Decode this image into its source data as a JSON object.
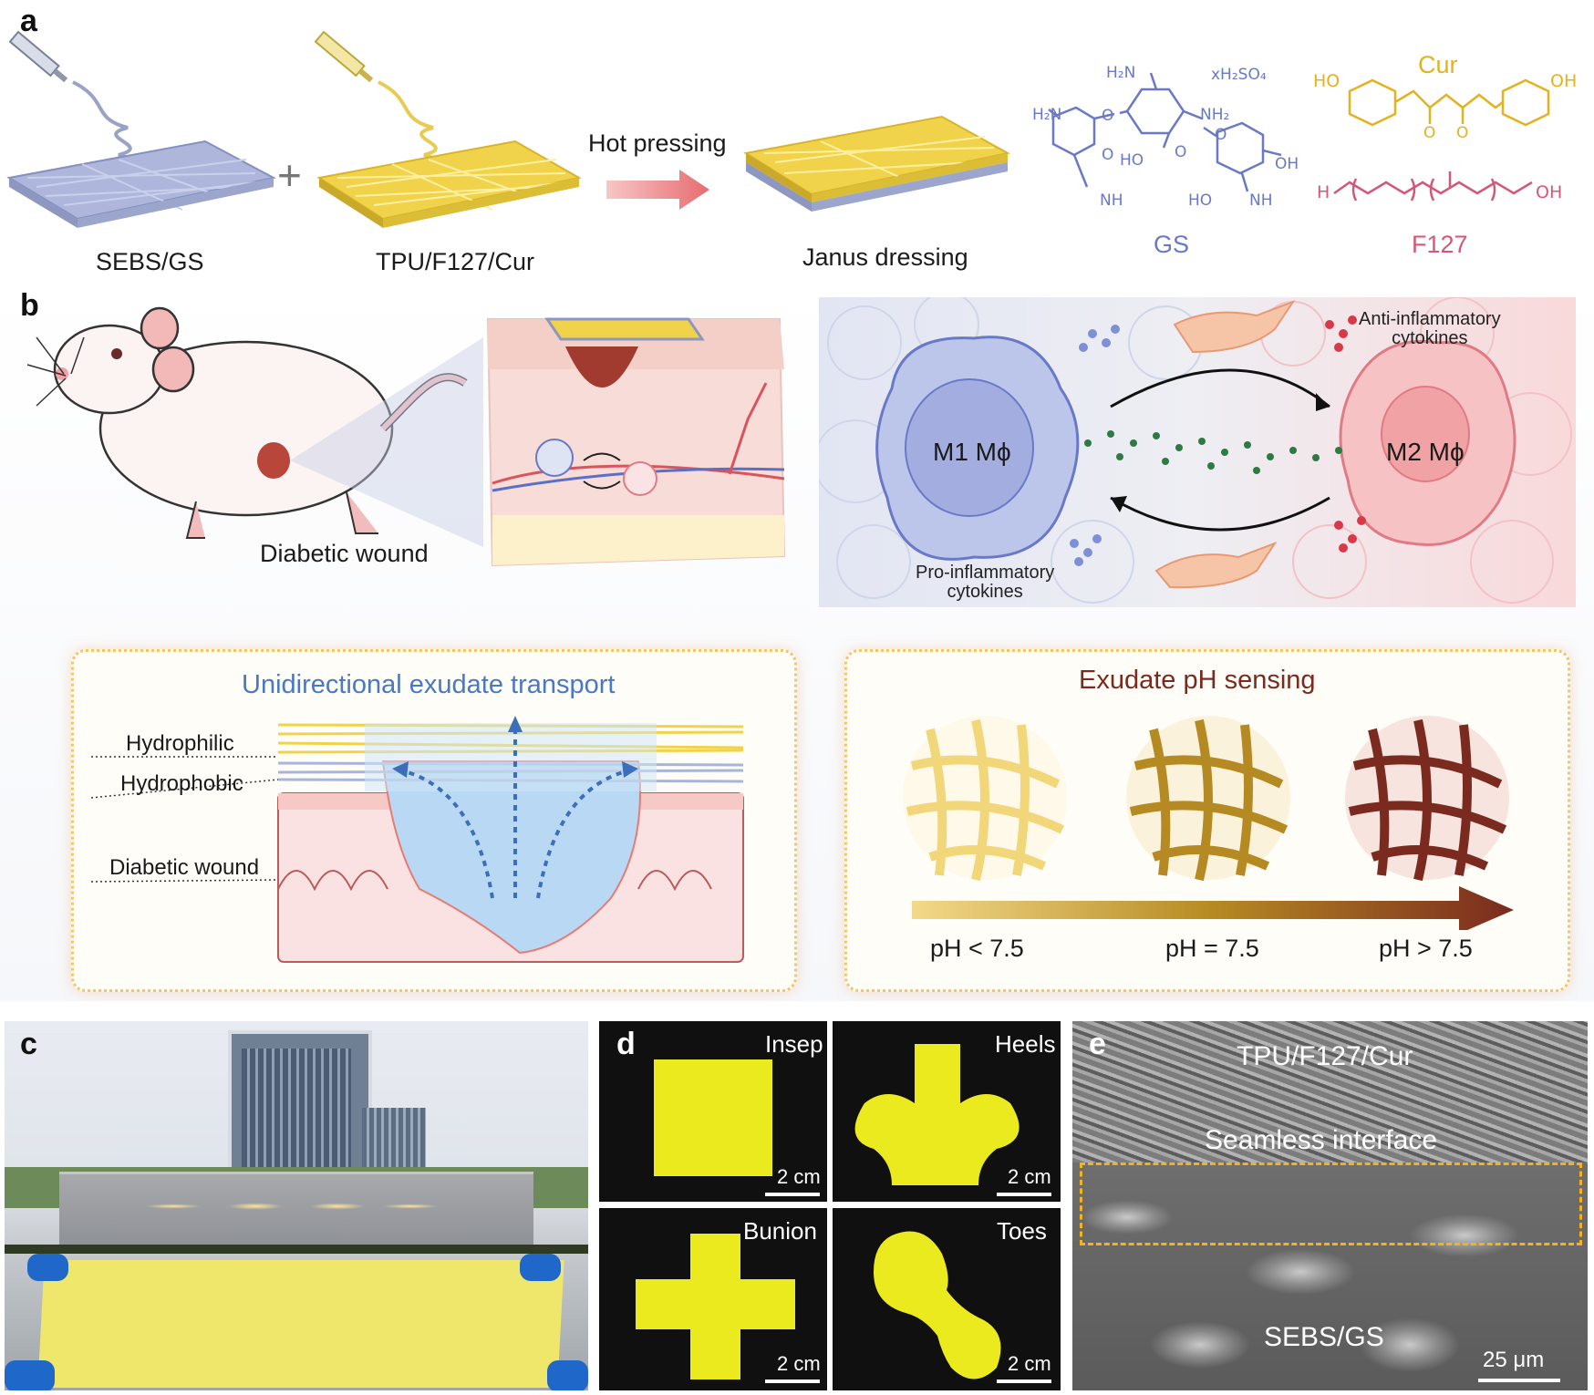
{
  "panels": {
    "a": {
      "label": "a",
      "layer1": "SEBS/GS",
      "layer2": "TPU/F127/Cur",
      "process": "Hot pressing",
      "product": "Janus dressing",
      "gs": {
        "name": "GS",
        "h2n_top": "H₂N",
        "salt": "xH₂SO₄",
        "h2n_left": "H₂N",
        "nh2": "NH₂",
        "o1": "O",
        "o2": "O",
        "o3": "O",
        "o4": "O",
        "ho1": "HO",
        "oh": "OH",
        "ho2": "HO",
        "nh1": "NH",
        "nh2b": "NH"
      },
      "cur": {
        "name": "Cur",
        "ho": "HO",
        "oh": "OH",
        "o1": "O",
        "o2": "O"
      },
      "f127": {
        "name": "F127",
        "h": "H",
        "oh": "OH"
      }
    },
    "b": {
      "label": "b",
      "wound": "Diabetic wound",
      "m1": "M1 Mϕ",
      "m2": "M2 Mϕ",
      "anti": "Anti-inflammatory\ncytokines",
      "pro": "Pro-inflammatory\ncytokines",
      "transport_title": "Unidirectional exudate transport",
      "hydrophilic": "Hydrophilic",
      "hydrophobic": "Hydrophobic",
      "diabetic_wound": "Diabetic wound",
      "sensing_title": "Exudate pH sensing",
      "ph_low": "pH < 7.5",
      "ph_mid": "pH = 7.5",
      "ph_high": "pH > 7.5"
    },
    "c": {
      "label": "c"
    },
    "d": {
      "label": "d",
      "tiles": [
        {
          "name": "Insep",
          "scale": "2 cm"
        },
        {
          "name": "Heels",
          "scale": "2 cm"
        },
        {
          "name": "Bunion",
          "scale": "2 cm"
        },
        {
          "name": "Toes",
          "scale": "2 cm"
        }
      ]
    },
    "e": {
      "label": "e",
      "top": "TPU/F127/Cur",
      "interface": "Seamless interface",
      "bottom": "SEBS/GS",
      "scale": "25 μm"
    }
  },
  "colors": {
    "yellow": "#f1d34a",
    "blue_mat": "#aab4d6",
    "gs_blue": "#6a79c7",
    "cur_yellow": "#e3b21c",
    "f127_pink": "#d45778",
    "m1_blue": "#8f9ee0",
    "m2_pink": "#f1a2a4",
    "transport_blue": "#4a78c2",
    "sensing_brown": "#7a2a1e",
    "ph_light": "#f1d67a",
    "ph_mid": "#b68a22",
    "ph_dark": "#7a2a1e"
  }
}
